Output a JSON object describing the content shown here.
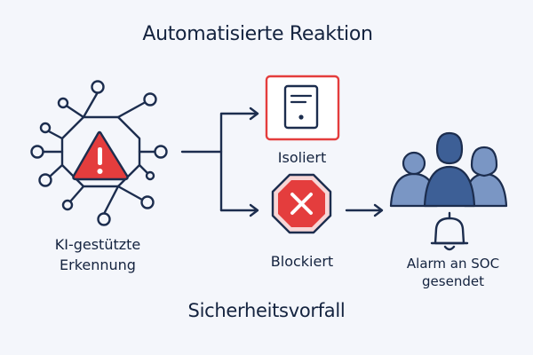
{
  "title": "Automatisierte Reaktion",
  "detection": {
    "line1": "KI-gestützte",
    "line2": "Erkennung"
  },
  "isolated": {
    "label": "Isoliert"
  },
  "blocked": {
    "label": "Blockiert"
  },
  "alarm": {
    "line1": "Alarm an SOC",
    "line2": "gesendet"
  },
  "footer": "Sicherheitsvorfall",
  "icons": {
    "detection": "warning-network-icon",
    "isolated": "server-icon",
    "blocked": "stop-x-icon",
    "team": "people-group-icon",
    "alarm": "bell-icon"
  },
  "colors": {
    "navy": "#1c2d4e",
    "red": "#e43d3d",
    "lightRed": "#f7d6d6",
    "personBlue": "#3d5f96",
    "personLight": "#7a96c4",
    "background": "#f4f6fb"
  }
}
